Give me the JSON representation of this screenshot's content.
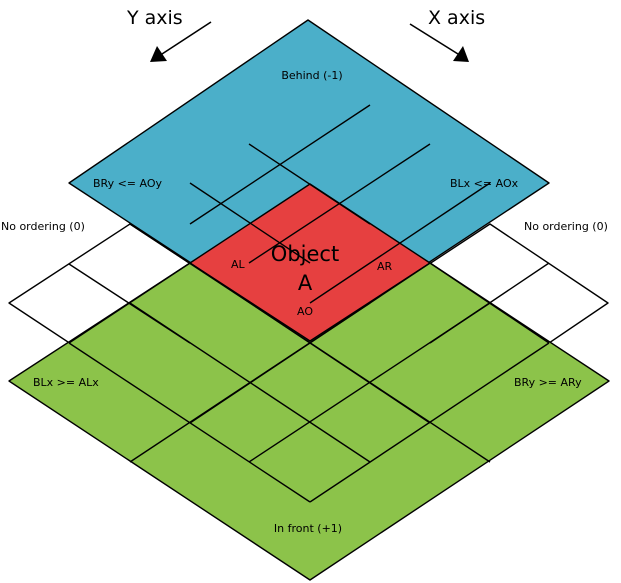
{
  "axes": {
    "y_label": "Y axis",
    "x_label": "X axis"
  },
  "regions": {
    "behind": {
      "label": "Behind (-1)",
      "color": "#4bafc9"
    },
    "front": {
      "label": "In front (+1)",
      "color": "#8cc34a"
    },
    "object": {
      "label_line1": "Object",
      "label_line2": "A",
      "color": "#e64040"
    },
    "no_order": {
      "color": "#ffffff"
    }
  },
  "conditions": {
    "bry_le_aoy": "BRy <= AOy",
    "blx_le_aox": "BLx <= AOx",
    "blx_ge_alx": "BLx >= ALx",
    "bry_ge_ary": "BRy >= ARy"
  },
  "no_ordering": {
    "left": "No ordering (0)",
    "right": "No ordering (0)"
  },
  "corners": {
    "al": "AL",
    "ar": "AR",
    "ao": "AO"
  }
}
